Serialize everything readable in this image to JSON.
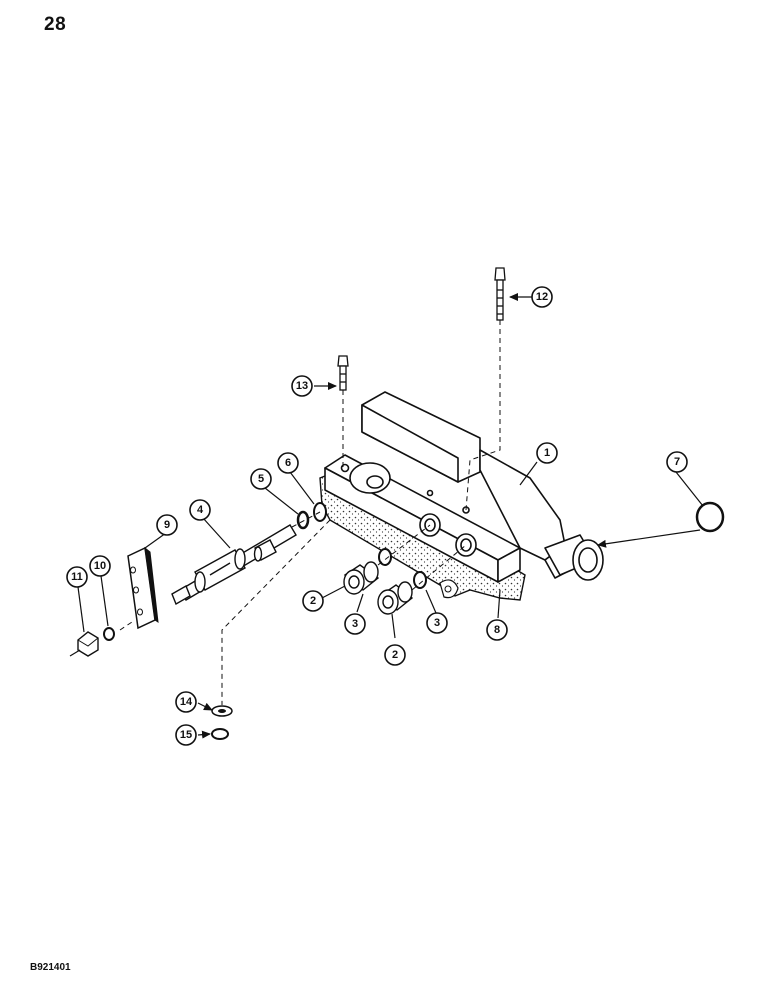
{
  "page": {
    "number": "28",
    "figure_code": "B921401"
  },
  "callouts": {
    "c1": "1",
    "c2a": "2",
    "c2b": "2",
    "c3a": "3",
    "c3b": "3",
    "c4": "4",
    "c5": "5",
    "c6": "6",
    "c7": "7",
    "c8": "8",
    "c9": "9",
    "c10": "10",
    "c11": "11",
    "c12": "12",
    "c13": "13",
    "c14": "14",
    "c15": "15"
  }
}
